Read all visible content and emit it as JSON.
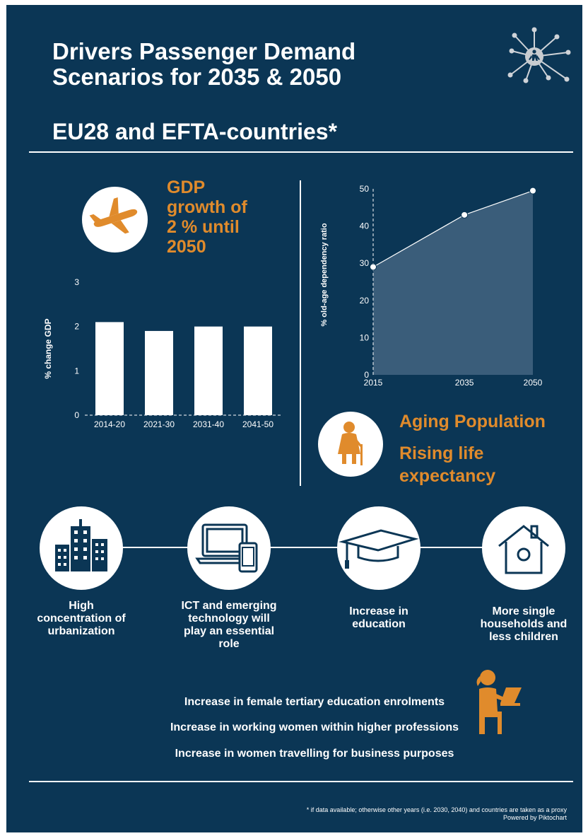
{
  "header": {
    "title_line1": "Drivers Passenger Demand",
    "title_line2": "Scenarios for 2035 & 2050",
    "subtitle": "EU28 and EFTA-countries*",
    "logo_icon": "network-person-icon"
  },
  "gdp": {
    "heading_lines": [
      "GDP",
      "growth of",
      "2 % until",
      "2050"
    ],
    "icon": "airplane-icon"
  },
  "aging": {
    "line1": "Aging Population",
    "line2a": "Rising life",
    "line2b": "expectancy",
    "icon": "elderly-person-icon"
  },
  "drivers": [
    {
      "icon": "city-buildings-icon",
      "lines": [
        "High",
        "concentration of",
        "urbanization"
      ]
    },
    {
      "icon": "laptop-phone-icon",
      "lines": [
        "ICT and emerging",
        "technology will",
        "play an essential",
        "role"
      ]
    },
    {
      "icon": "graduation-cap-icon",
      "lines": [
        "Increase in",
        "education"
      ]
    },
    {
      "icon": "house-icon",
      "lines": [
        "More single",
        "households and",
        "less children"
      ]
    }
  ],
  "women": {
    "icon": "woman-laptop-icon",
    "items": [
      "Increase in female tertiary education enrolments",
      "Increase in working women within higher professions",
      "Increase in women travelling for business purposes"
    ]
  },
  "footer": {
    "note": "* if data available; otherwise other years (i.e. 2030, 2040) and countries are taken as a proxy",
    "powered": "Powered by Piktochart"
  },
  "colors": {
    "background": "#0b3655",
    "accent": "#e08b2c",
    "area_fill": "#3a5d7a"
  },
  "chart_data": [
    {
      "type": "bar",
      "categories": [
        "2014-20",
        "2021-30",
        "2031-40",
        "2041-50"
      ],
      "values": [
        2.1,
        1.9,
        2.0,
        2.0
      ],
      "title": "",
      "xlabel": "",
      "ylabel": "% change GDP",
      "ylim": [
        0,
        3
      ],
      "yticks": [
        0,
        1,
        2,
        3
      ],
      "grid": false
    },
    {
      "type": "area",
      "x": [
        2015,
        2035,
        2050
      ],
      "values": [
        29,
        43,
        49.5
      ],
      "title": "",
      "xlabel": "",
      "ylabel": "% old-age dependency ratio",
      "xlim": [
        2015,
        2050
      ],
      "ylim": [
        0,
        50
      ],
      "yticks": [
        0,
        10,
        20,
        30,
        40,
        50
      ],
      "xticks": [
        2015,
        2035,
        2050
      ],
      "grid": false
    }
  ]
}
